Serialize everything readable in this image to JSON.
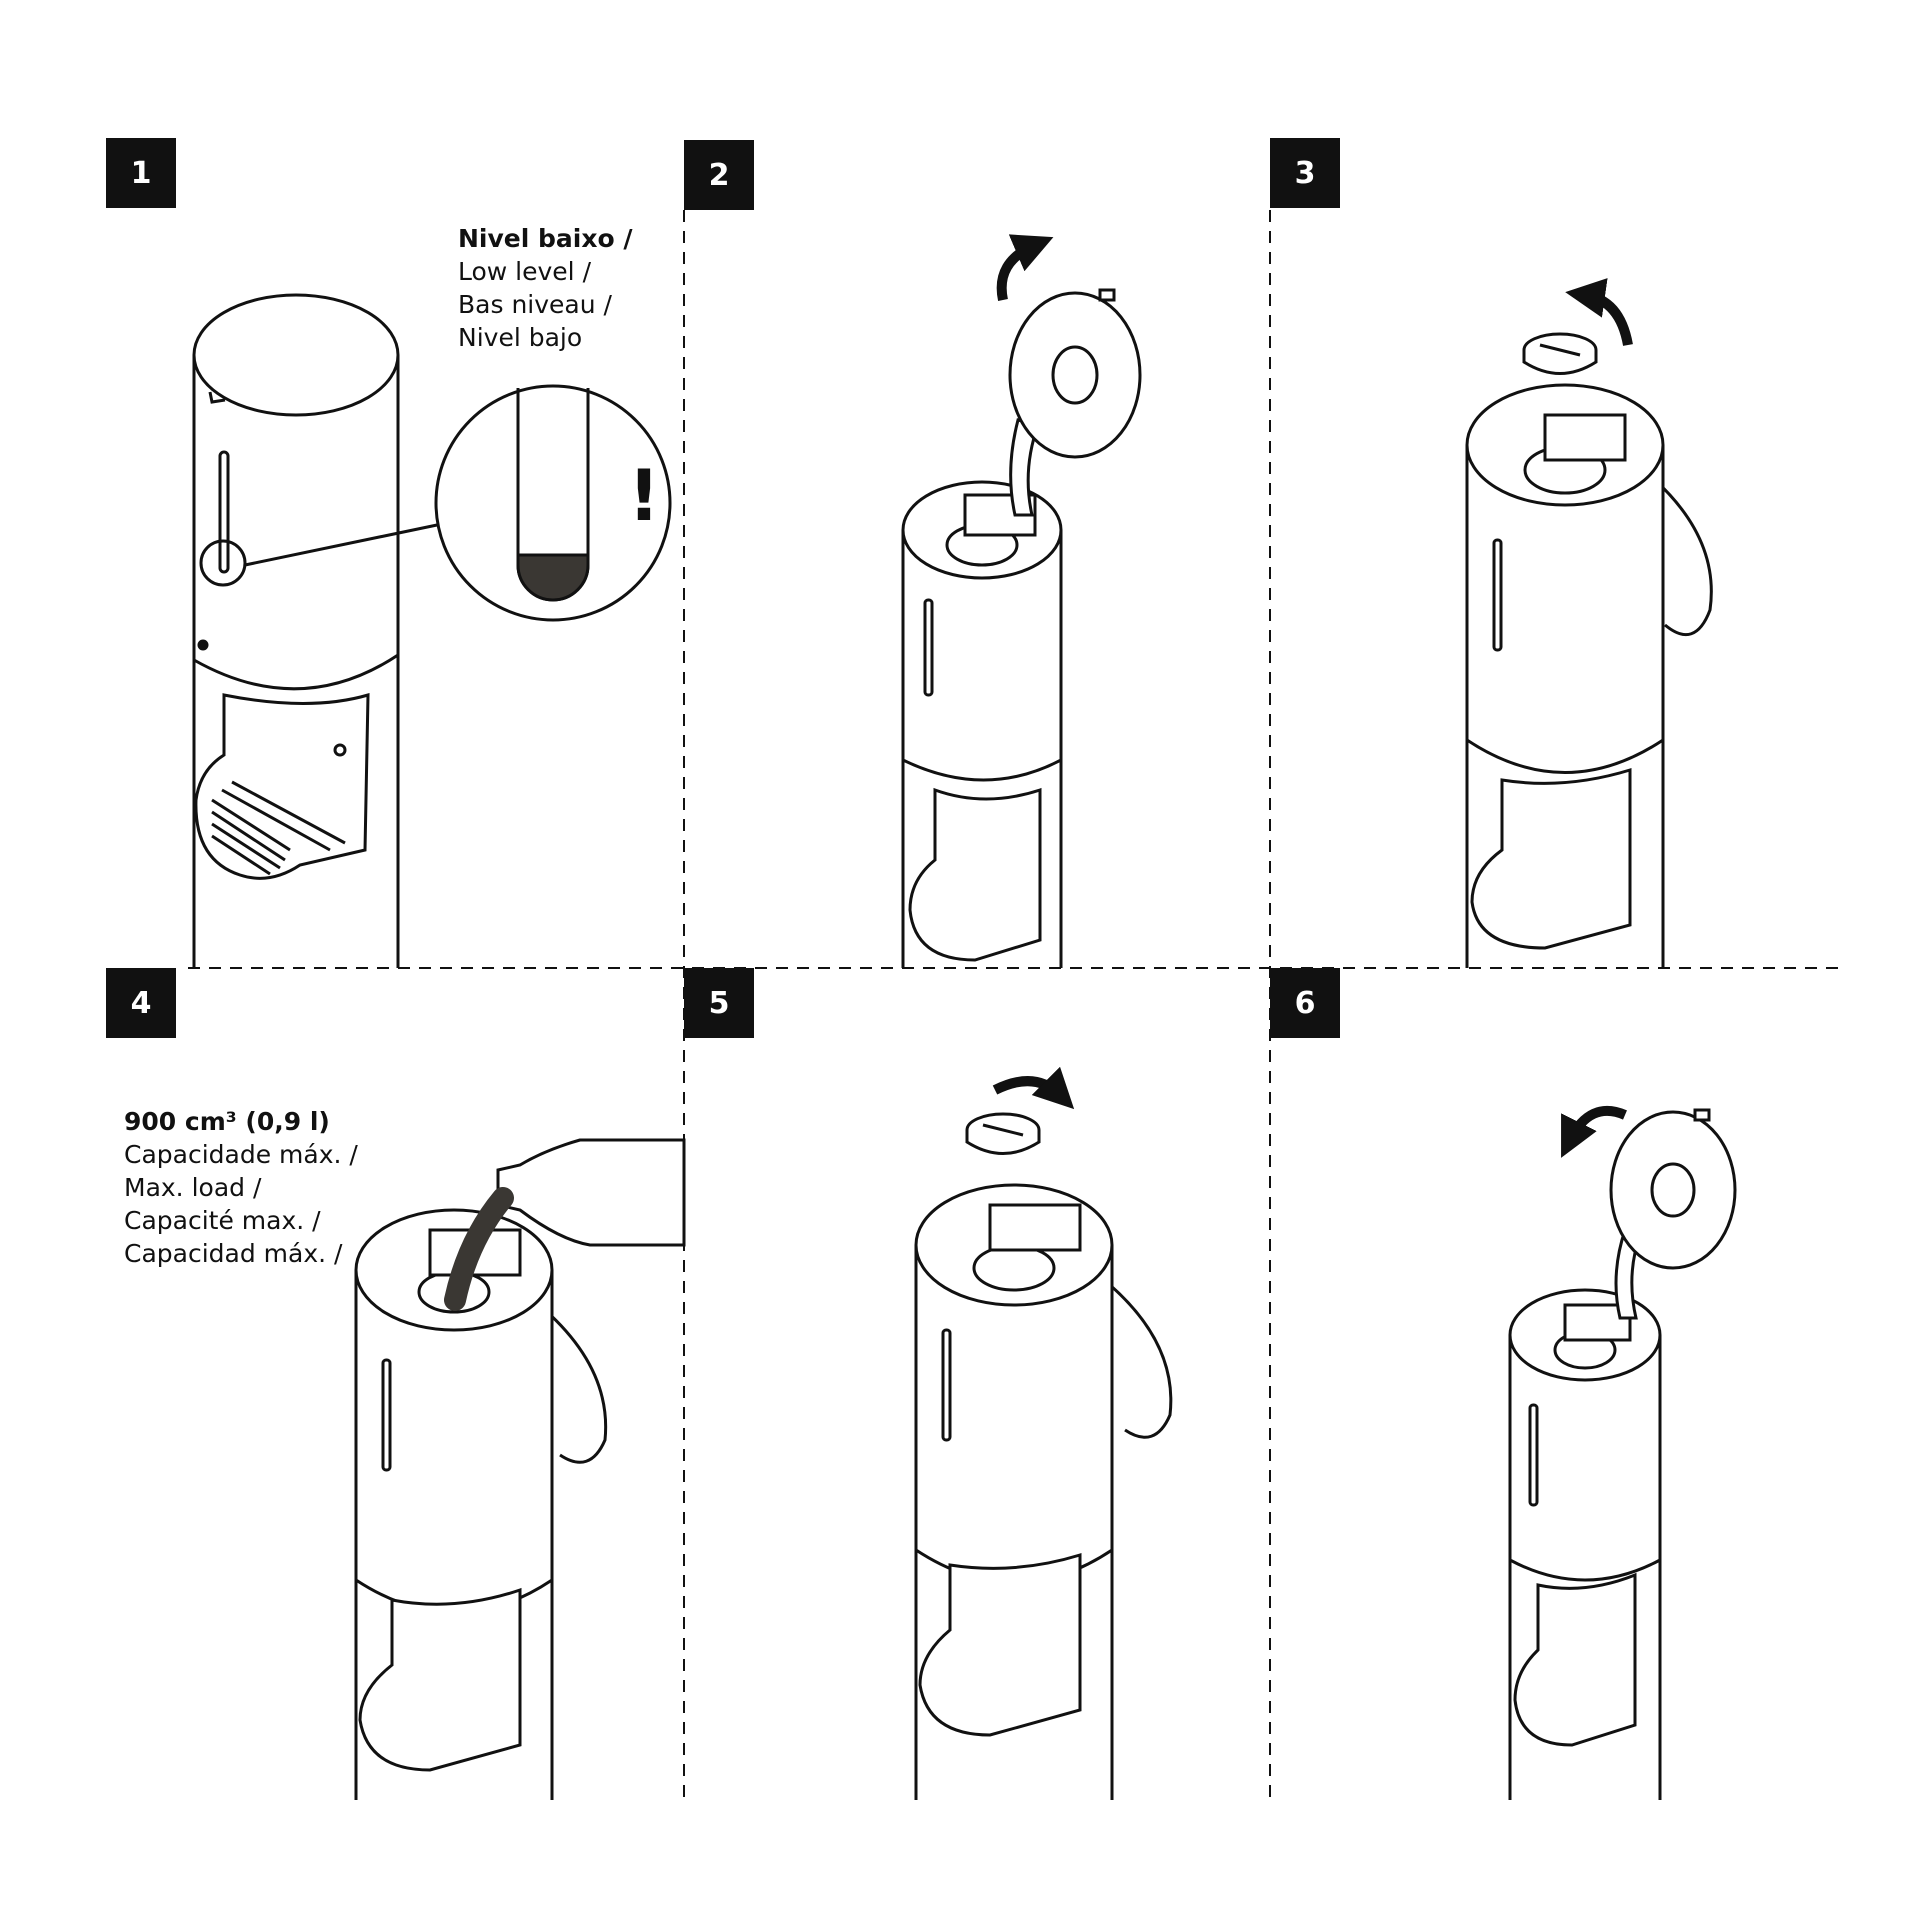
{
  "steps": [
    {
      "number": "1"
    },
    {
      "number": "2"
    },
    {
      "number": "3"
    },
    {
      "number": "4"
    },
    {
      "number": "5"
    },
    {
      "number": "6"
    }
  ],
  "low_level": {
    "title": "Nivel baixo /",
    "lines": [
      "Low level /",
      "Bas niveau /",
      "Nivel bajo"
    ]
  },
  "capacity": {
    "title": "900 cm³ (0,9 l)",
    "lines": [
      "Capacidade máx. /",
      "Max. load /",
      "Capacité max. /",
      "Capacidad máx. /"
    ]
  },
  "warning_symbol": "!",
  "colors": {
    "ink": "#111111",
    "liquid": "#3a3733",
    "warning": "#555555"
  }
}
